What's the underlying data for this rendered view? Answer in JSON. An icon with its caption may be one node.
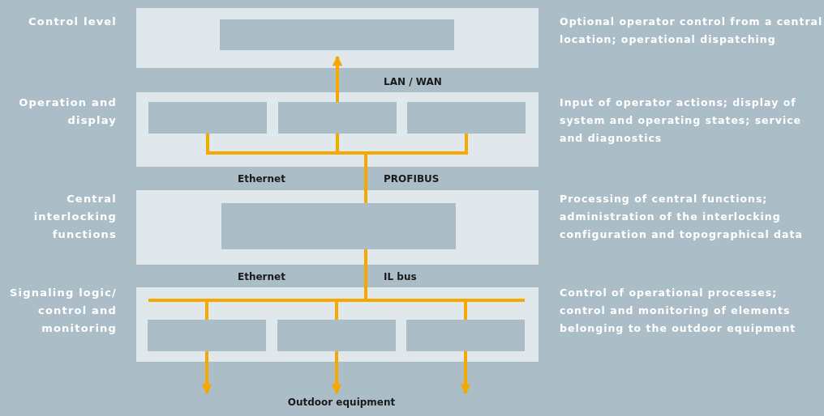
{
  "diagram": {
    "nodes": [
      {
        "text": [
          "Control level"
        ],
        "beside": [
          "Optional operator control from a central location; operational dispatching"
        ]
      },
      {
        "text": [],
        "shape": "box",
        "in": 0
      },
      {
        "text": [
          "Operation and display"
        ],
        "beside": [
          "Input of operator actions; display of system and operating states; service and diagnostics"
        ]
      },
      {
        "text": [],
        "shape": "box",
        "in": 2
      },
      {
        "text": [],
        "shape": "box",
        "in": 2
      },
      {
        "text": [],
        "shape": "box",
        "in": 2
      },
      {
        "text": [
          "Central interlocking functions"
        ],
        "beside": [
          "Processing of central functions; administration of the interlocking configuration and topographical data"
        ]
      },
      {
        "text": [],
        "shape": "box",
        "in": 6
      },
      {
        "text": [
          "Signaling logic/ control and monitoring"
        ],
        "beside": [
          "Control of operational processes; control and monitoring of elements belonging to the outdoor equipment"
        ]
      },
      {
        "text": [],
        "shape": "box",
        "in": 8
      },
      {
        "text": [],
        "shape": "box",
        "in": 8
      },
      {
        "text": [],
        "shape": "box",
        "in": 8
      },
      {
        "text": [
          "Outdoor equipment"
        ]
      }
    ],
    "edges": [
      {
        "from": 4,
        "to": 1,
        "arrow": "to"
      },
      {
        "from": 3,
        "to": 7,
        "arrow": "none"
      },
      {
        "from": 4,
        "to": 7,
        "arrow": "none"
      },
      {
        "from": 5,
        "to": 7,
        "arrow": "none"
      },
      {
        "from": 7,
        "to": 9,
        "arrow": "none"
      },
      {
        "from": 7,
        "to": 10,
        "arrow": "none"
      },
      {
        "from": 7,
        "to": 11,
        "arrow": "none"
      },
      {
        "from": 9,
        "to": null,
        "arrow": "to"
      },
      {
        "from": 10,
        "to": 12,
        "arrow": "to"
      },
      {
        "from": 11,
        "to": null,
        "arrow": "to"
      }
    ],
    "labels": [
      "LAN / WAN",
      "Ethernet",
      "PROFIBUS",
      "Ethernet",
      "IL bus"
    ]
  }
}
